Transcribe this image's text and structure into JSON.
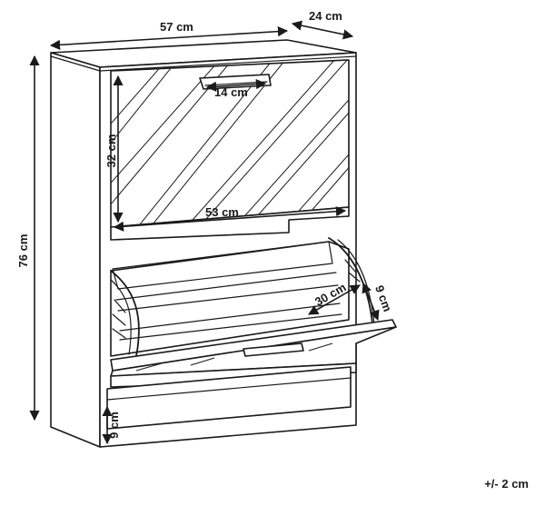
{
  "dimensions": {
    "width": "57 cm",
    "depth": "24 cm",
    "height": "76 cm",
    "flap_height": "32 cm",
    "flap_width": "53 cm",
    "handle_width": "14 cm",
    "inner_depth": "30 cm",
    "tilt_depth": "9 cm",
    "base_height": "9 cm"
  },
  "tolerance": "+/- 2 cm"
}
